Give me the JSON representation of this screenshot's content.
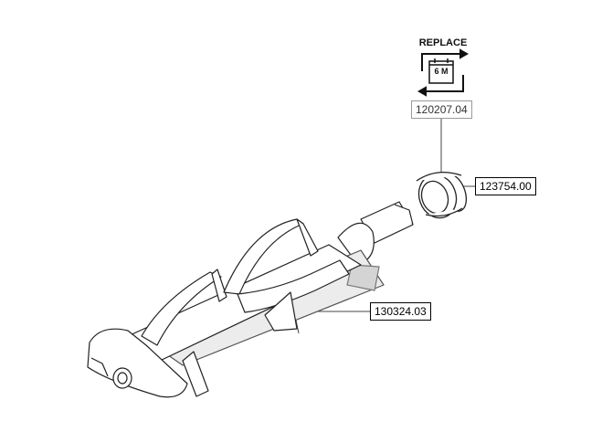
{
  "replace_badge": {
    "title": "REPLACE",
    "interval": "6 M",
    "icon": "calendar-icon"
  },
  "parts": {
    "label_top": "120207.04",
    "label_seal": "123754.00",
    "label_auger": "130324.03"
  },
  "colors": {
    "line": "#222222",
    "highlight": "#cfcfcf"
  }
}
